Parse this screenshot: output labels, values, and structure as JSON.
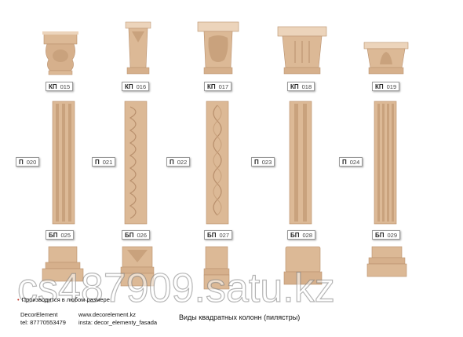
{
  "colors": {
    "wood": "#dcb996",
    "wood_dark": "#b88f6c",
    "wood_light": "#ecd4bb"
  },
  "capitals": [
    {
      "code": "КП",
      "num": "015"
    },
    {
      "code": "КП",
      "num": "016"
    },
    {
      "code": "КП",
      "num": "017"
    },
    {
      "code": "КП",
      "num": "018"
    },
    {
      "code": "КП",
      "num": "019"
    }
  ],
  "shafts": [
    {
      "code": "П",
      "num": "020"
    },
    {
      "code": "П",
      "num": "021"
    },
    {
      "code": "П",
      "num": "022"
    },
    {
      "code": "П",
      "num": "023"
    },
    {
      "code": "П",
      "num": "024"
    }
  ],
  "bases": [
    {
      "code": "БП",
      "num": "025"
    },
    {
      "code": "БП",
      "num": "026"
    },
    {
      "code": "БП",
      "num": "027"
    },
    {
      "code": "БП",
      "num": "028"
    },
    {
      "code": "БП",
      "num": "029"
    }
  ],
  "footer": {
    "note": "Производится в любом размере",
    "company": "DecorElement",
    "phone": "tel: 87770553479",
    "site": "www.decorelement.kz",
    "insta": "insta: decor_elementy_fasada",
    "caption": "Виды квадратных колонн (пилястры)"
  },
  "watermark": "cs487909.satu.kz"
}
